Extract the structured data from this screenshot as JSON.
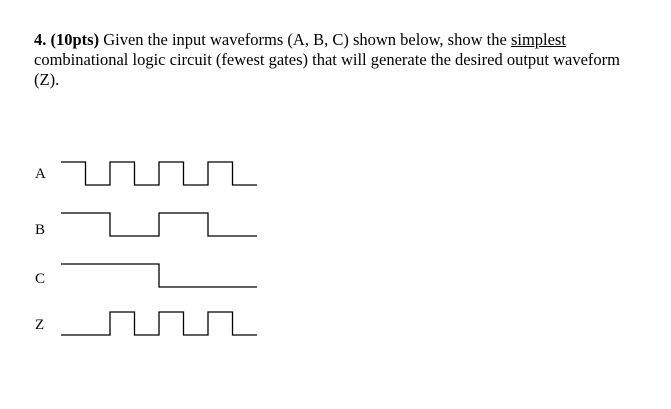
{
  "question": {
    "number": "4.",
    "points": "(10pts)",
    "text_before": " Given the input waveforms (A, B, C) shown below, show the ",
    "emphasis": "simplest",
    "text_after": " combinational logic circuit (fewest gates) that will generate the desired output waveform (Z)."
  },
  "waveforms": [
    {
      "label": "A",
      "levels": [
        1,
        0,
        1,
        0,
        1,
        0,
        1,
        0
      ]
    },
    {
      "label": "B",
      "levels": [
        1,
        1,
        0,
        0,
        1,
        1,
        0,
        0
      ]
    },
    {
      "label": "C",
      "levels": [
        1,
        1,
        1,
        1,
        0,
        0,
        0,
        0
      ]
    },
    {
      "label": "Z",
      "levels": [
        0,
        0,
        1,
        0,
        1,
        0,
        1,
        0
      ]
    }
  ]
}
